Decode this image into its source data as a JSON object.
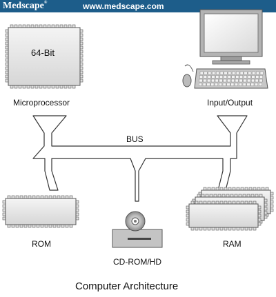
{
  "header": {
    "brand": "Medscape",
    "brand_mark": "®",
    "url": "www.medscape.com"
  },
  "diagram": {
    "microprocessor_chip_text": "64-Bit",
    "microprocessor_label": "Microprocessor",
    "io_label": "Input/Output",
    "bus_label": "BUS",
    "rom_label": "ROM",
    "cdrom_label": "CD-ROM/HD",
    "ram_label": "RAM",
    "caption": "Computer Architecture"
  }
}
